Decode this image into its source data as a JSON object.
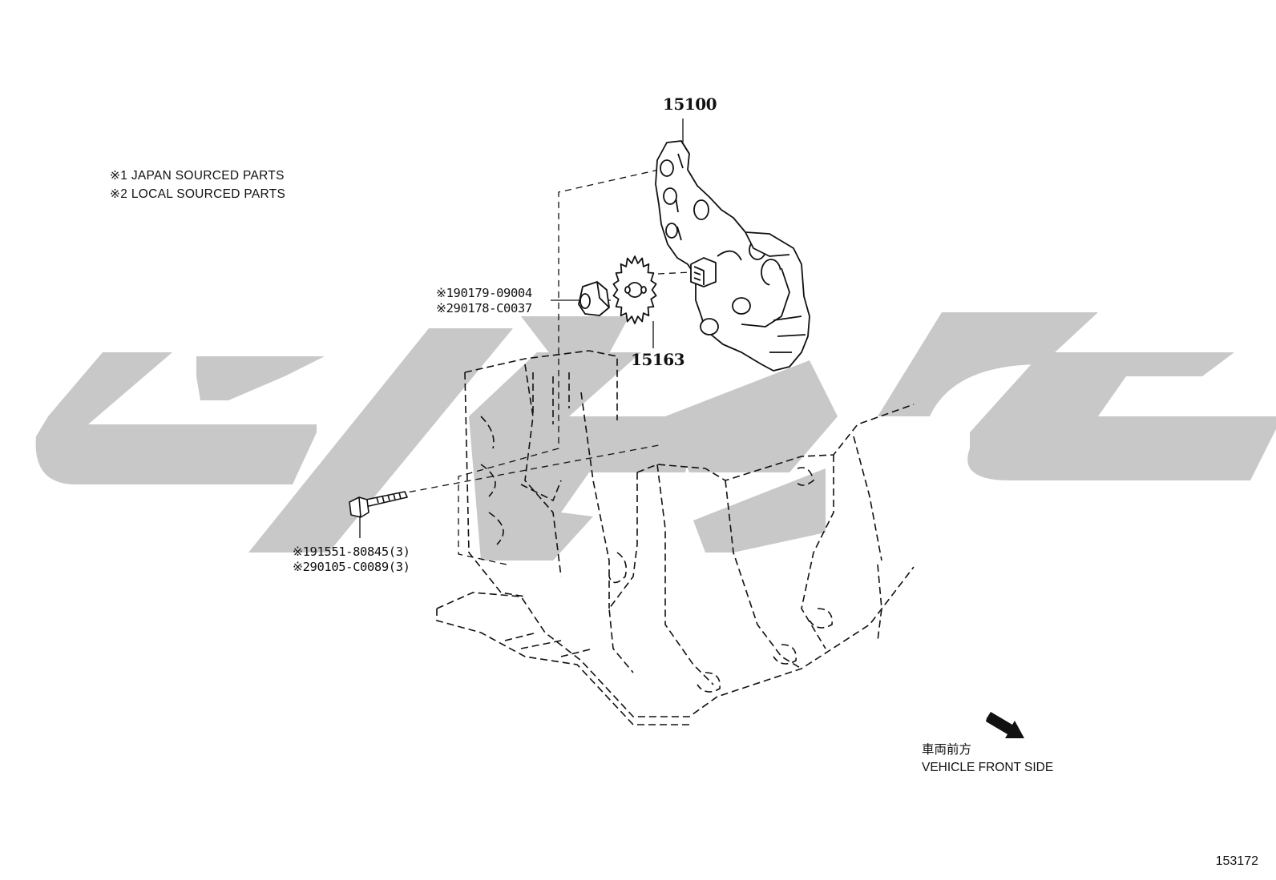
{
  "legend": [
    {
      "mark": "※1",
      "text": "JAPAN SOURCED PARTS"
    },
    {
      "mark": "※2",
      "text": "LOCAL SOURCED PARTS"
    }
  ],
  "parts": {
    "oil_pump": {
      "number": "15100"
    },
    "sprocket": {
      "number": "15163"
    },
    "nut": {
      "lines": [
        "※190179-09004",
        "※290178-C0037"
      ]
    },
    "bolt": {
      "lines": [
        "※191551-80845(3)",
        "※290105-C0089(3)"
      ]
    }
  },
  "front_indicator": {
    "ja": "車両前方",
    "en": "VEHICLE FRONT SIDE"
  },
  "figure_number": "153172",
  "colors": {
    "watermark": "#c8c8c8",
    "line": "#111111",
    "background": "#ffffff"
  }
}
